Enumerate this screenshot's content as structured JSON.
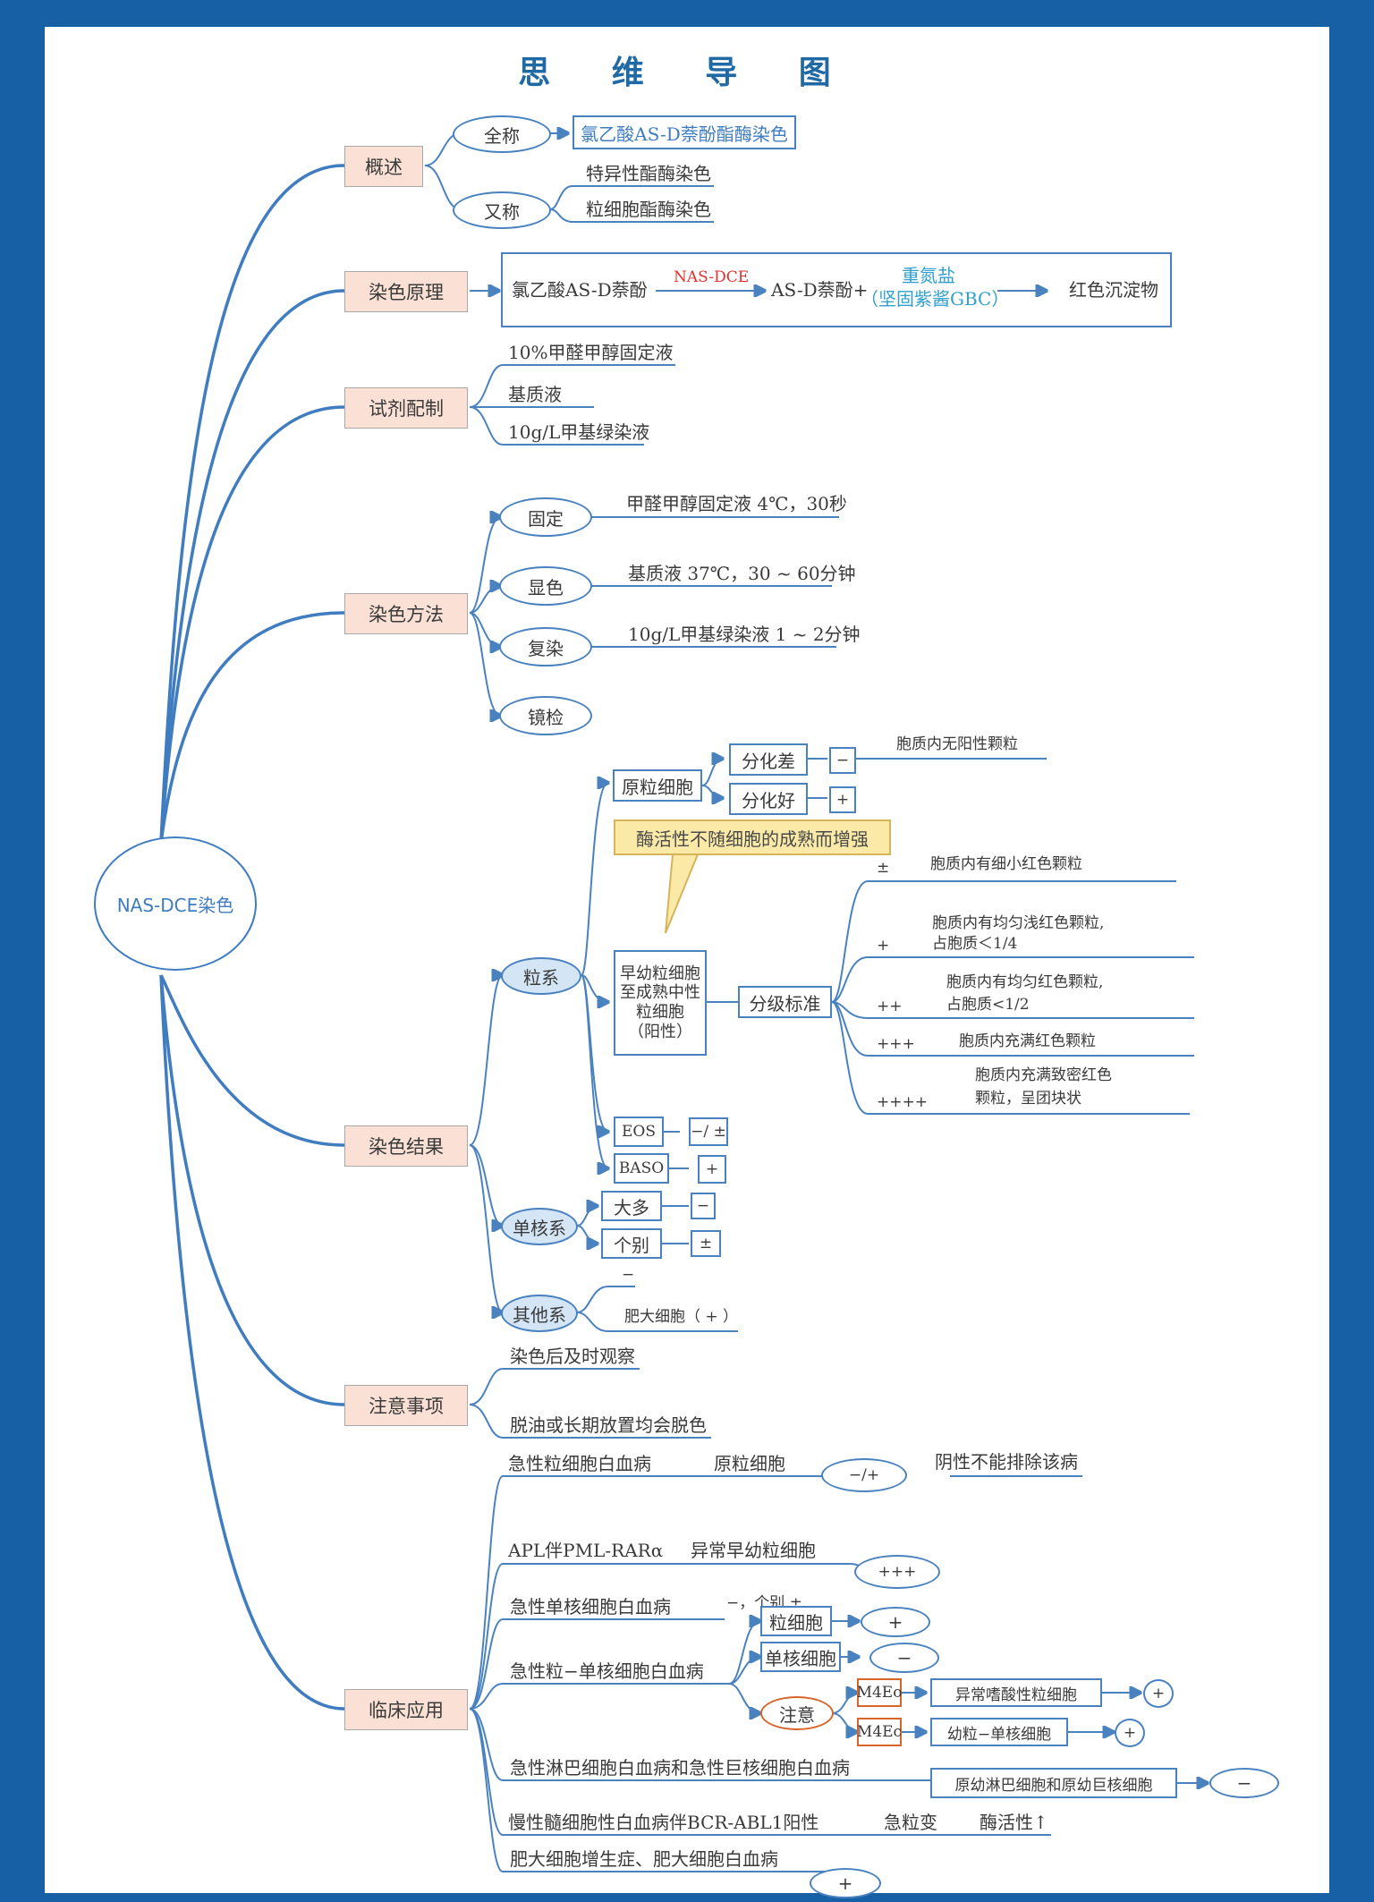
{
  "title": "思 维 导 图",
  "root": "NAS-DCE染色",
  "overview": {
    "label": "概述",
    "full_name_label": "全称",
    "full_name": "氯乙酸AS-D萘酚酯酶染色",
    "alias_label": "又称",
    "alias_1": "特异性酯酶染色",
    "alias_2": "粒细胞酯酶染色"
  },
  "principle": {
    "label": "染色原理",
    "substrate": "氯乙酸AS-D萘酚",
    "enzyme": "NAS-DCE",
    "product": "AS-D萘酚+",
    "reagent_1": "重氮盐",
    "reagent_2": "（坚固紫酱GBC）",
    "result": "红色沉淀物"
  },
  "reagents": {
    "label": "试剂配制",
    "items": [
      "10%甲醛甲醇固定液",
      "基质液",
      "10g/L甲基绿染液"
    ]
  },
  "method": {
    "label": "染色方法",
    "steps": [
      {
        "name": "固定",
        "detail": "甲醛甲醇固定液 4℃，30秒"
      },
      {
        "name": "显色",
        "detail": "基质液 37℃，30 ~ 60分钟"
      },
      {
        "name": "复染",
        "detail": "10g/L甲基绿染液 1 ~ 2分钟"
      },
      {
        "name": "镜检",
        "detail": ""
      }
    ]
  },
  "results": {
    "label": "染色结果",
    "granulocyte": {
      "label": "粒系",
      "myeloblast": "原粒细胞",
      "poor_diff": "分化差",
      "poor_sign": "−",
      "poor_note": "胞质内无阳性颗粒",
      "good_diff": "分化好",
      "good_sign": "+",
      "callout": "酶活性不随细胞的成熟而增强",
      "promyelo_1": "早幼粒细胞",
      "promyelo_2": "至成熟中性",
      "promyelo_3": "粒细胞",
      "promyelo_4": "（阳性）",
      "grading": "分级标准",
      "grades": [
        {
          "sign": "±",
          "text_1": "胞质内有细小红色颗粒",
          "text_2": ""
        },
        {
          "sign": "+",
          "text_1": "胞质内有均匀浅红色颗粒,",
          "text_2": "占胞质＜1/4"
        },
        {
          "sign": "++",
          "text_1": "胞质内有均匀红色颗粒,",
          "text_2": "占胞质<1/2"
        },
        {
          "sign": "+++",
          "text_1": "胞质内充满红色颗粒",
          "text_2": ""
        },
        {
          "sign": "++++",
          "text_1": "胞质内充满致密红色",
          "text_2": "颗粒，呈团块状"
        }
      ],
      "eos": "EOS",
      "eos_sign": "−/ ±",
      "baso": "BASO",
      "baso_sign": "+"
    },
    "monocyte": {
      "label": "单核系",
      "most": "大多",
      "most_sign": "−",
      "few": "个别",
      "few_sign": "±"
    },
    "other": {
      "label": "其他系",
      "neg": "−",
      "mast": "肥大细胞（ + ）"
    }
  },
  "notes": {
    "label": "注意事项",
    "items": [
      "染色后及时观察",
      "脱油或长期放置均会脱色"
    ]
  },
  "clinical": {
    "label": "临床应用",
    "aml": "急性粒细胞白血病",
    "aml_cell": "原粒细胞",
    "aml_sign": "−/+",
    "aml_note": "阴性不能排除该病",
    "apl": "APL伴PML-RARα",
    "apl_cell": "异常早幼粒细胞",
    "apl_sign": "+++",
    "amol": "急性单核细胞白血病",
    "amol_sign": "−，个别 ±",
    "ammol": "急性粒−单核细胞白血病",
    "ammol_gran": "粒细胞",
    "ammol_gran_sign": "+",
    "ammol_mono": "单核细胞",
    "ammol_mono_sign": "−",
    "attention": "注意",
    "m4eo": "M4Eo",
    "m4eo_cell": "异常嗜酸性粒细胞",
    "m4eo_sign": "+",
    "m4ec": "M4Ec",
    "m4ec_cell": "幼粒−单核细胞",
    "m4ec_sign": "+",
    "all": "急性淋巴细胞白血病和急性巨核细胞白血病",
    "all_cell": "原幼淋巴细胞和原幼巨核细胞",
    "all_sign": "−",
    "cml": "慢性髓细胞性白血病伴BCR-ABL1阳性",
    "cml_phase": "急粒变",
    "cml_note": "酶活性↑",
    "mast": "肥大细胞增生症、肥大细胞白血病",
    "mast_sign": "+"
  }
}
